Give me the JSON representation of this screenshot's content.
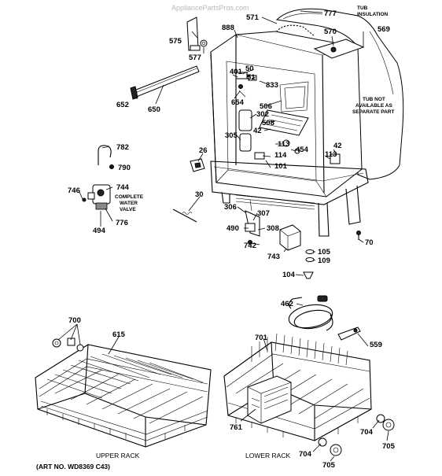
{
  "watermark": "AppliancePartsPros.com",
  "art_number": "(ART NO. WD8369 C43)",
  "captions": {
    "upper_rack": "UPPER RACK",
    "lower_rack": "LOWER RACK"
  },
  "notes": {
    "tub_insulation": [
      "TUB",
      "INSULATION"
    ],
    "tub_not_available": [
      "TUB NOT",
      "AVAILABLE AS",
      "SEPARATE PART"
    ],
    "complete_water_valve": [
      "COMPLETE",
      "WATER",
      "VALVE"
    ]
  },
  "part_labels": {
    "p777": "777",
    "p571": "571",
    "p575": "575",
    "p888": "888",
    "p570": "570",
    "p569": "569",
    "p577": "577",
    "p50": "50",
    "p401": "401",
    "p51": "51",
    "p833": "833",
    "p652": "652",
    "p650": "650",
    "p654": "654",
    "p506": "506",
    "p302": "302",
    "p42a": "42",
    "p508": "508",
    "p305": "305",
    "p113a": "113",
    "p454": "454",
    "p42b": "42",
    "p113b": "113",
    "p782": "782",
    "p26": "26",
    "p114": "114",
    "p101": "101",
    "p790": "790",
    "p746": "746",
    "p744": "744",
    "p776": "776",
    "p494": "494",
    "p30": "30",
    "p306": "306",
    "p307": "307",
    "p490": "490",
    "p308": "308",
    "p70": "70",
    "p742": "742",
    "p743": "743",
    "p105": "105",
    "p109": "109",
    "p104": "104",
    "p462": "462",
    "p700": "700",
    "p615": "615",
    "p701": "701",
    "p559": "559",
    "p761": "761",
    "p704a": "704",
    "p705a": "705",
    "p704b": "704",
    "p705b": "705"
  }
}
